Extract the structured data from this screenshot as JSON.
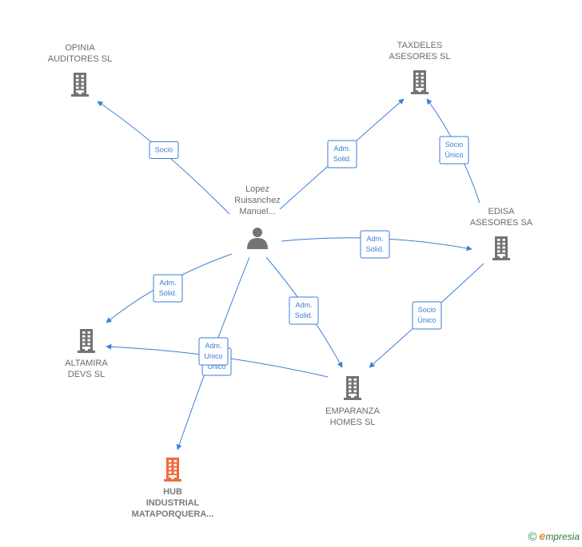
{
  "nodes": {
    "person": {
      "type": "person",
      "lines": [
        "Lopez",
        "Ruisanchez",
        "Manuel..."
      ]
    },
    "opinia": {
      "type": "company",
      "lines": [
        "OPINIA",
        "AUDITORES  SL"
      ]
    },
    "taxdeles": {
      "type": "company",
      "lines": [
        "TAXDELES",
        "ASESORES  SL"
      ]
    },
    "edisa": {
      "type": "company",
      "lines": [
        "EDISA",
        "ASESORES SA"
      ]
    },
    "altamira": {
      "type": "company",
      "lines": [
        "ALTAMIRA",
        "DEVS  SL"
      ]
    },
    "emparanza": {
      "type": "company",
      "lines": [
        "EMPARANZA",
        "HOMES  SL"
      ]
    },
    "hub": {
      "type": "company-focus",
      "lines": [
        "HUB",
        "INDUSTRIAL",
        "MATAPORQUERA..."
      ]
    }
  },
  "edges": [
    {
      "id": "person-opinia",
      "lines": [
        "Socio"
      ]
    },
    {
      "id": "person-taxdeles",
      "lines": [
        "Adm.",
        "Solid."
      ]
    },
    {
      "id": "edisa-taxdeles",
      "lines": [
        "Socio",
        "Único"
      ]
    },
    {
      "id": "person-edisa",
      "lines": [
        "Adm.",
        "Solid."
      ]
    },
    {
      "id": "person-altamira",
      "lines": [
        "Adm.",
        "Solid."
      ]
    },
    {
      "id": "person-emparanza",
      "lines": [
        "Adm.",
        "Solid."
      ]
    },
    {
      "id": "edisa-emparanza",
      "lines": [
        "Socio",
        "Único"
      ]
    },
    {
      "id": "emparanza-altamira",
      "lines": [
        "Socio",
        "Único"
      ]
    },
    {
      "id": "person-hub",
      "lines": [
        "Adm.",
        "Unico"
      ]
    }
  ],
  "colors": {
    "edge": "#3a7fd5",
    "company": "#737373",
    "focus": "#f26a3a",
    "label": "#6b6b6b"
  },
  "icons": {
    "company": "building-icon",
    "person": "person-icon"
  },
  "brand": {
    "copyright": "©",
    "initial": "e",
    "rest": "mpresia"
  }
}
